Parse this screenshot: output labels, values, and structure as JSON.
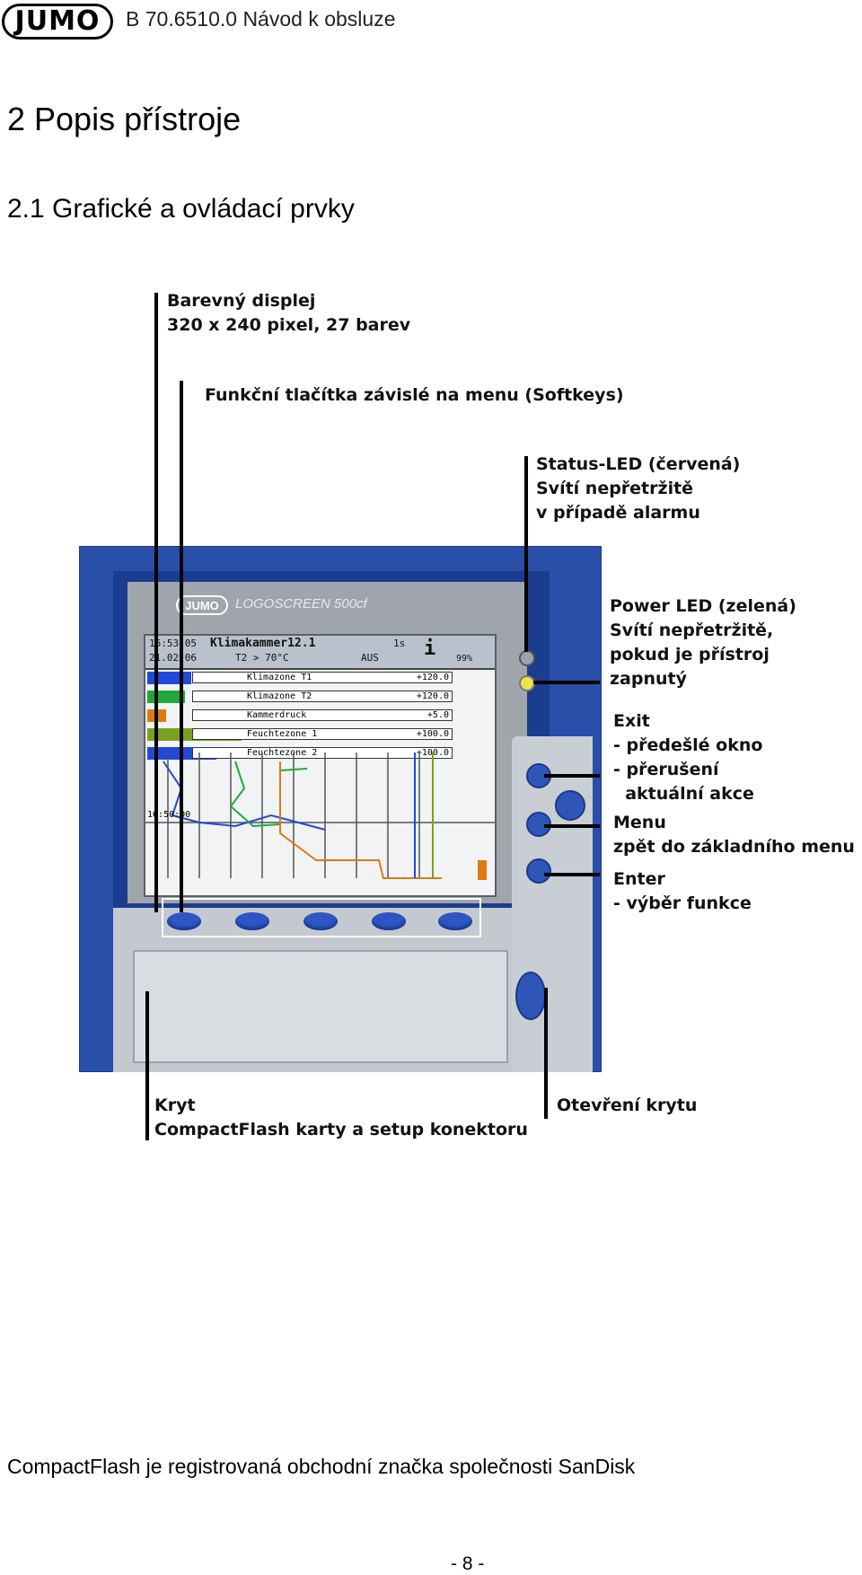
{
  "header": {
    "logo_text": "JUMO",
    "doc_ref": "B 70.6510.0 Návod k obsluze"
  },
  "chapter_title": "2 Popis přístroje",
  "section_title": "2.1 Grafické a ovládací prvky",
  "callouts": {
    "display": [
      "Barevný displej",
      "320 x 240 pixel, 27 barev"
    ],
    "softkeys": [
      "Funkční tlačítka závislé na menu (Softkeys)"
    ],
    "status_led": [
      "Status-LED (červená)",
      "Svítí nepřetržitě",
      "v případě alarmu"
    ],
    "power_led": [
      "Power LED (zelená)",
      "Svítí nepřetržitě,",
      "pokud je přístroj",
      "zapnutý"
    ],
    "exit": [
      "Exit",
      "- předešlé okno",
      "- přerušení",
      "  aktuální akce"
    ],
    "menu": [
      "Menu",
      "zpět do základního menu"
    ],
    "enter": [
      "Enter",
      "- výběr funkce"
    ],
    "cover": [
      "Kryt",
      "CompactFlash karty a setup konektoru"
    ],
    "cover_open": [
      "Otevření krytu"
    ]
  },
  "device": {
    "brand_logo": "JUMO",
    "brand_name": "LOGOSCREEN 500cf",
    "screen": {
      "time": "16:53:05",
      "date": "21.02.06",
      "title": "Klimakammer12.1",
      "interval": "1s",
      "status_line": "T2 > 70°C",
      "status_value": "AUS",
      "memory": "99%",
      "time_marker": "16:50:00",
      "channels": [
        {
          "name": "Klimazone T1",
          "value": "+120.0",
          "color": "#2448d8",
          "fill": 0.14
        },
        {
          "name": "Klimazone T2",
          "value": "+120.0",
          "color": "#22a83a",
          "fill": 0.12
        },
        {
          "name": "Kammerdruck",
          "value": "+5.0",
          "color": "#e07a10",
          "fill": 0.06
        },
        {
          "name": "Feuchtezone 1",
          "value": "+100.0",
          "color": "#7aa020",
          "fill": 0.3
        },
        {
          "name": "Feuchtezone 2",
          "value": "+100.0",
          "color": "#2448d8",
          "fill": 0.22
        }
      ]
    }
  },
  "footer": {
    "trademark": "CompactFlash je registrovaná obchodní značka společnosti SanDisk",
    "page_number": "- 8 -"
  }
}
